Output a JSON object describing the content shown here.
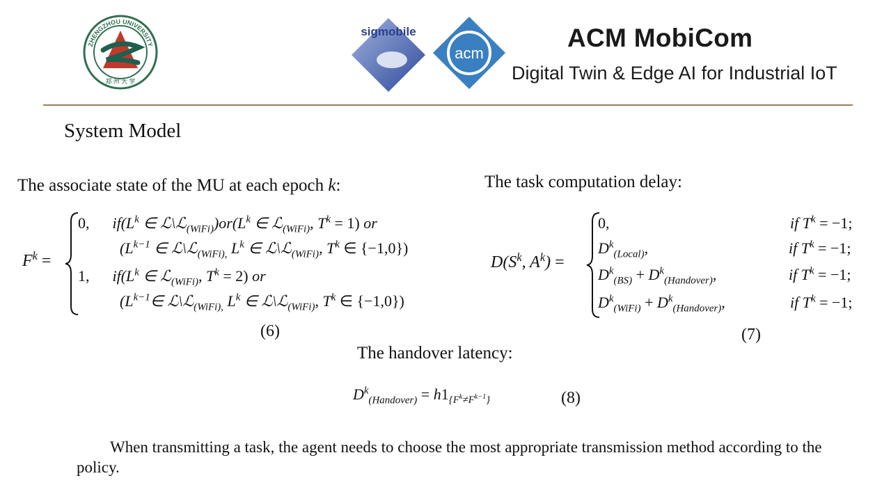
{
  "header": {
    "university_seal_text": "ZHENGZHOU UNIVERSITY",
    "sigmobile_text": "sigmobile",
    "acm_text": "acm",
    "conference_title": "ACM MobiCom",
    "conference_subtitle": "Digital Twin & Edge AI for Industrial IoT",
    "colors": {
      "rule": "#a0804e",
      "acm_blue": "#3a7fc1",
      "sigmobile_blue": "#3a56a8"
    }
  },
  "slide": {
    "section_title": "System Model",
    "associate_state_label": "The associate state of the MU at each epoch ",
    "associate_state_var": "k",
    "associate_state_colon": ":",
    "task_delay_label": "The task computation delay:",
    "handover_label": "The handover latency:",
    "eq6_number": "(6)",
    "eq7_number": "(7)",
    "eq8_number": "(8)",
    "paragraph": "When transmitting a task, the agent needs to choose the most appropriate transmission method according to the policy."
  }
}
